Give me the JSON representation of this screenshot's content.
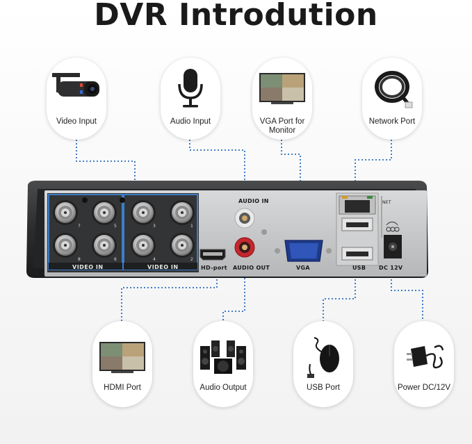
{
  "title": "DVR Introdution",
  "top_cards": [
    {
      "label": "Video Input",
      "icon": "camera-icon"
    },
    {
      "label": "Audio Input",
      "icon": "microphone-icon"
    },
    {
      "label": "VGA Port for Monitor",
      "icon": "monitor-icon"
    },
    {
      "label": "Network Port",
      "icon": "network-cable-icon"
    }
  ],
  "bottom_cards": [
    {
      "label": "HDMI Port",
      "icon": "monitor-icon"
    },
    {
      "label": "Audio Output",
      "icon": "speakers-icon"
    },
    {
      "label": "USB Port",
      "icon": "mouse-icon"
    },
    {
      "label": "Power DC/12V",
      "icon": "power-adapter-icon"
    }
  ],
  "panel_labels": {
    "video_in_left": "VIDEO IN",
    "video_in_right": "VIDEO IN",
    "audio_in": "AUDIO IN",
    "audio_out": "AUDIO OUT",
    "hd_port": "HD-port",
    "vga": "VGA",
    "usb": "USB",
    "dc": "DC 12V",
    "net": "NET"
  },
  "channels": [
    "7",
    "5",
    "3",
    "1",
    "8",
    "6",
    "4",
    "2"
  ],
  "colors": {
    "connector_line": "#2a6cc0",
    "video_highlight": "#3d86d8",
    "panel": "#c9cacb",
    "chassis": "#2b2c2e"
  }
}
